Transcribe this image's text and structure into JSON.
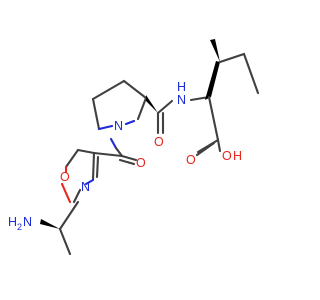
{
  "molecule": {
    "atom_labels": {
      "amide_nh": "N",
      "amide_nh_h": "H",
      "amide_o": "O",
      "acyl_o": "O",
      "pyrrolidine_n": "N",
      "oxazole_n": "N",
      "oxazole_o": "O",
      "amine_h2": "H",
      "amine_h2_sub": "2",
      "amine_n": "N",
      "acid_oh_o": "O",
      "acid_oh_h": "H",
      "acid_co_o": "O"
    },
    "colors": {
      "carbon_bond": "#404040",
      "nitrogen": "#1d2bd8",
      "oxygen": "#e8261e",
      "stereo_wedge": "#000000"
    }
  }
}
